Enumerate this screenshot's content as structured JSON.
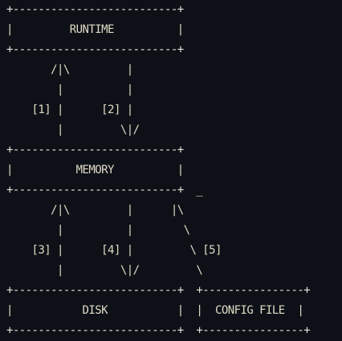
{
  "diagram": {
    "lines": [
      "+--------------------------+",
      "|         RUNTIME          |",
      "+--------------------------+",
      "       /|\\         |",
      "        |          |",
      "    [1] |      [2] |",
      "        |         \\|/",
      "+--------------------------+",
      "|          MEMORY          |",
      "+--------------------------+  _",
      "       /|\\         |      |\\",
      "        |          |        \\",
      "    [3] |      [4] |         \\ [5]",
      "        |         \\|/         \\",
      "+--------------------------+  +----------------+",
      "|           DISK           |  |  CONFIG FILE  |",
      "+--------------------------+  +----------------+"
    ]
  },
  "colors": {
    "background": "#0d1117",
    "text": "#e0d9c6"
  }
}
